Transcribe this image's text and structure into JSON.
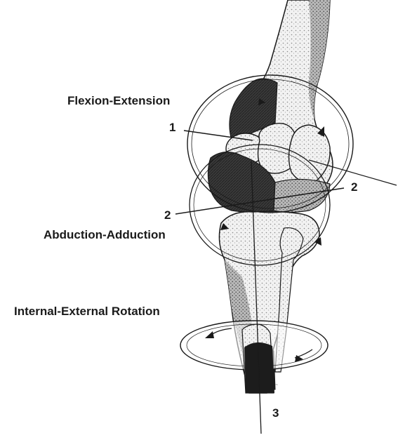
{
  "labels": {
    "flexion_extension": "Flexion-Extension",
    "abduction_adduction": "Abduction-Adduction",
    "internal_external_rotation": "Internal-External Rotation",
    "axis_1": "1",
    "axis_2_left": "2",
    "axis_2_right": "2",
    "axis_3": "3"
  },
  "colors": {
    "ink": "#1a1a1a",
    "bone_shade": "#7a7a7a",
    "cartilage_dark": "#333333",
    "paper": "#ffffff"
  }
}
